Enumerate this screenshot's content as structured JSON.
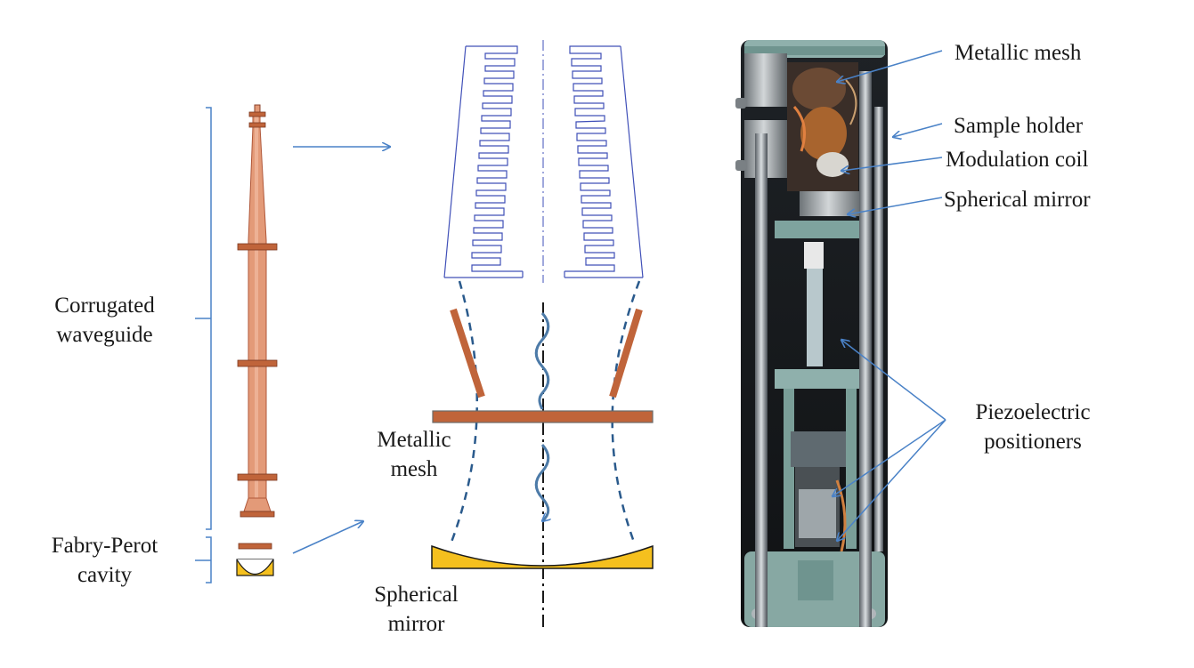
{
  "colors": {
    "copper": "#c0643a",
    "copper_light": "#e39a78",
    "mirror_gold": "#f5c01e",
    "line_blue": "#4a82c7",
    "outline_blue": "#4050b8",
    "dash_blue": "#2a5a8c",
    "wave_blue": "#4d7ba8"
  },
  "left_panel": {
    "waveguide_label_1": "Corrugated",
    "waveguide_label_2": "waveguide",
    "cavity_label_1": "Fabry-Perot",
    "cavity_label_2": "cavity"
  },
  "middle_panel": {
    "mesh_label_1": "Metallic",
    "mesh_label_2": "mesh",
    "mirror_label_1": "Spherical",
    "mirror_label_2": "mirror"
  },
  "photo_panel": {
    "callouts": [
      "Metallic mesh",
      "Sample holder",
      "Modulation coil",
      "Spherical mirror"
    ],
    "positioners_1": "Piezoelectric",
    "positioners_2": "positioners"
  }
}
